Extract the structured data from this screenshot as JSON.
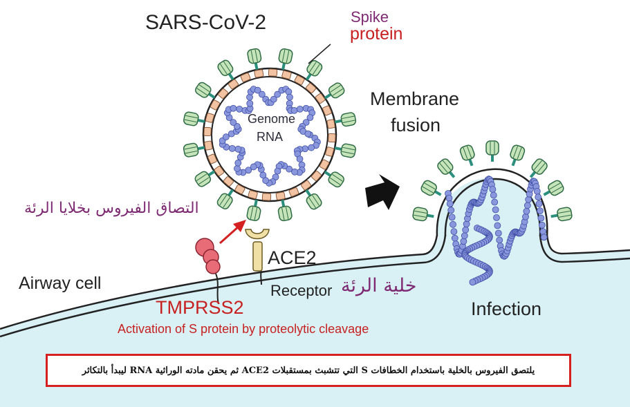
{
  "title": "SARS-CoV-2",
  "spike_label": {
    "line1": "Spike",
    "line2": "protein"
  },
  "genome_label": {
    "line1": "Genome",
    "line2": "RNA"
  },
  "membrane_fusion_label": {
    "line1": "Membrane",
    "line2": "fusion"
  },
  "arabic_attachment_label": "التصاق الفيروس بخلايا الرئة",
  "ace2_label": "ACE2",
  "airway_cell_label": "Airway cell",
  "receptor_label": "Receptor",
  "arabic_lung_cell_label": "خلية الرئة",
  "tmprss2_label": "TMPRSS2",
  "activation_label": "Activation of S protein by proteolytic cleavage",
  "infection_label": "Infection",
  "caption": "يلتصق الفيروس بالخلية باستخدام الخطافات S التي تتشبث بمستقبلات ACE2 ثم يحقن مادته الوراثية RNA ليبدأ بالتكاثر",
  "colors": {
    "cell": "#d9f1f5",
    "spike_fill": "#c6e4ba",
    "spike_stroke": "#2f6b45",
    "spike_stalk": "#2a8f7c",
    "membrane_bead": "#f1c3a3",
    "rna": "#8a97dd",
    "rna_stroke": "#3e4ea5",
    "arrow_red": "#d42020",
    "caption_border": "#d62020",
    "tmprss2": "#e86b78",
    "ace2": "#f1e0a6"
  }
}
